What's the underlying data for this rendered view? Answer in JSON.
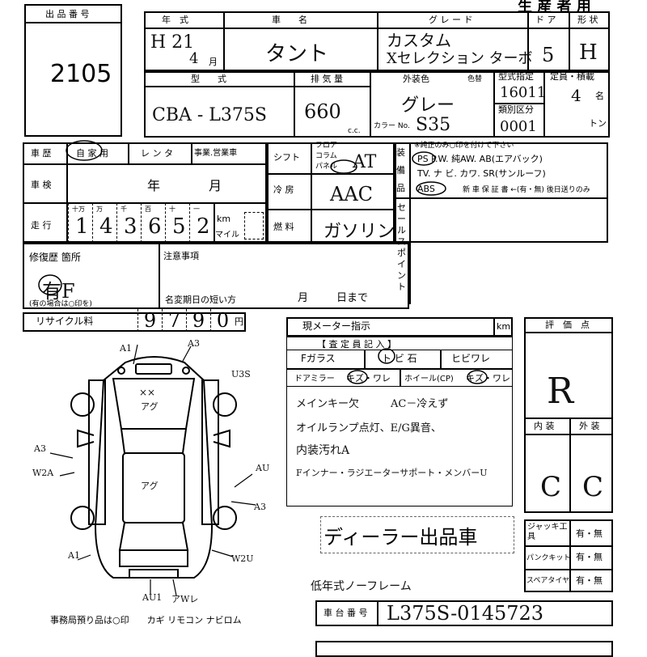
{
  "header": {
    "top_right": "生 産 者 用"
  },
  "lot": {
    "label": "出 品 番 号",
    "value": "2105"
  },
  "row1": {
    "year_label": "年　式",
    "year_value": "H 21",
    "month_value": "4",
    "month_suffix": "月",
    "name_label": "車　　名",
    "name_value": "タント",
    "grade_label": "グ レ ー ド",
    "grade_line1": "カスタム",
    "grade_line2": "Xセレクション ターボ",
    "door_label": "ド ア",
    "door_value": "5",
    "shape_label": "形 状",
    "shape_value": "H"
  },
  "row2": {
    "model_label": "型　　式",
    "model_value": "CBA - L375S",
    "displacement_label": "排 気 量",
    "displacement_value": "660",
    "cc_unit": "c.c.",
    "color_label": "外装色",
    "color_change_label": "色替",
    "color_value": "グレー",
    "color_no_label": "カラー No.",
    "color_no_value": "S35",
    "type_label": "型式指定",
    "type_value": "16011",
    "class_label": "類別区分",
    "class_value": "0001",
    "capacity_label": "定員・積載",
    "capacity_value": "4",
    "capacity_unit": "名",
    "ton_unit": "トン"
  },
  "history": {
    "label": "車 歴",
    "opt1": "自 家 用",
    "opt2": "レ ン タ",
    "opt3": "事業.営業車",
    "inspection_label": "車 検",
    "inspection_year": "年",
    "inspection_month": "月",
    "mileage_label": "走 行",
    "mileage_units": [
      "十万",
      "万",
      "千",
      "百",
      "十",
      "一"
    ],
    "mileage_digits": [
      "1",
      "4",
      "3",
      "6",
      "5",
      "2"
    ],
    "km_label": "km",
    "mile_label": "マイル"
  },
  "shift": {
    "label": "シフト",
    "opt1": "フロア",
    "opt2": "コラム",
    "opt3": "パネル",
    "value": "AT"
  },
  "aircon": {
    "label": "冷 房",
    "value": "AAC"
  },
  "fuel": {
    "label": "燃 料",
    "value": "ガソリン"
  },
  "equipment": {
    "label": "装 備 品",
    "note": "※純正のみ○印を付けて下さい",
    "line1": "PS  P.W.  純AW.  AB(エアバック)",
    "line2": "TV.  ナ ビ.  カワ.  SR(サンルーフ)",
    "line3_a": "ABS",
    "line3_b": "新 車 保 証 書 ←(有・無)  後日送りのみ"
  },
  "sales_point": {
    "label": "セ ー ル ス ポ イ ン ト"
  },
  "repair": {
    "label": "修復歴 箇所",
    "value": "有F",
    "note": "(有の場合は○印を)"
  },
  "notes": {
    "label": "注意事項",
    "name_change_label": "名変期日の短い方",
    "month": "月",
    "day": "日まで"
  },
  "recycle": {
    "label": "リサイクル料",
    "digits": [
      "9",
      "7",
      "9",
      "0"
    ],
    "unit": "円"
  },
  "meter": {
    "label": "現メーター指示",
    "unit": "km"
  },
  "inspector": {
    "label": "【 査 定 員 記 入 】",
    "glass_label": "Fガラス",
    "glass_opt": "ト ビ 石",
    "glass_opt2": "ヒビワレ",
    "mirror_label": "ドアミラー",
    "mirror_opt": "キズ・ワレ",
    "wheel_label": "ホイール(CP)",
    "wheel_opt": "キズ・ワレ",
    "line1": "メインキー欠　　　AC－冷えず",
    "line2": "オイルランプ点灯、E/G異音、",
    "line3": "内装汚れA",
    "line4": "Fインナー・ラジエーターサポート・メンバーU",
    "stamp": "ディーラー出品車"
  },
  "rating": {
    "label": "評　価　点",
    "value": "R",
    "interior_label": "内 装",
    "exterior_label": "外 装",
    "interior_value": "C",
    "exterior_value": "C"
  },
  "extras": [
    {
      "label": "ジャッキ工　具",
      "value": "有・無"
    },
    {
      "label": "パンクキット",
      "value": "有・無"
    },
    {
      "label": "スペアタイヤ",
      "value": "有・無"
    }
  ],
  "chassis": {
    "label": "車 台 番 号",
    "value": "L375S-0145723"
  },
  "footer": {
    "text": "事務局預り品は○印　　カギ  リモコン  ナビロム",
    "bottom_note": "低年式ノーフレーム"
  },
  "diagram_marks": {
    "a1_top": "A1",
    "a3_top": "A3",
    "u3s": "U3S",
    "xx": "××",
    "ag_front": "アグ",
    "ag_center": "アグ",
    "a3_left": "A3",
    "w2a": "W2A",
    "au": "AU",
    "a3_right": "A3",
    "a1_left": "A1",
    "w2u": "W2U",
    "au1": "AU1",
    "aw": "アWレ"
  }
}
